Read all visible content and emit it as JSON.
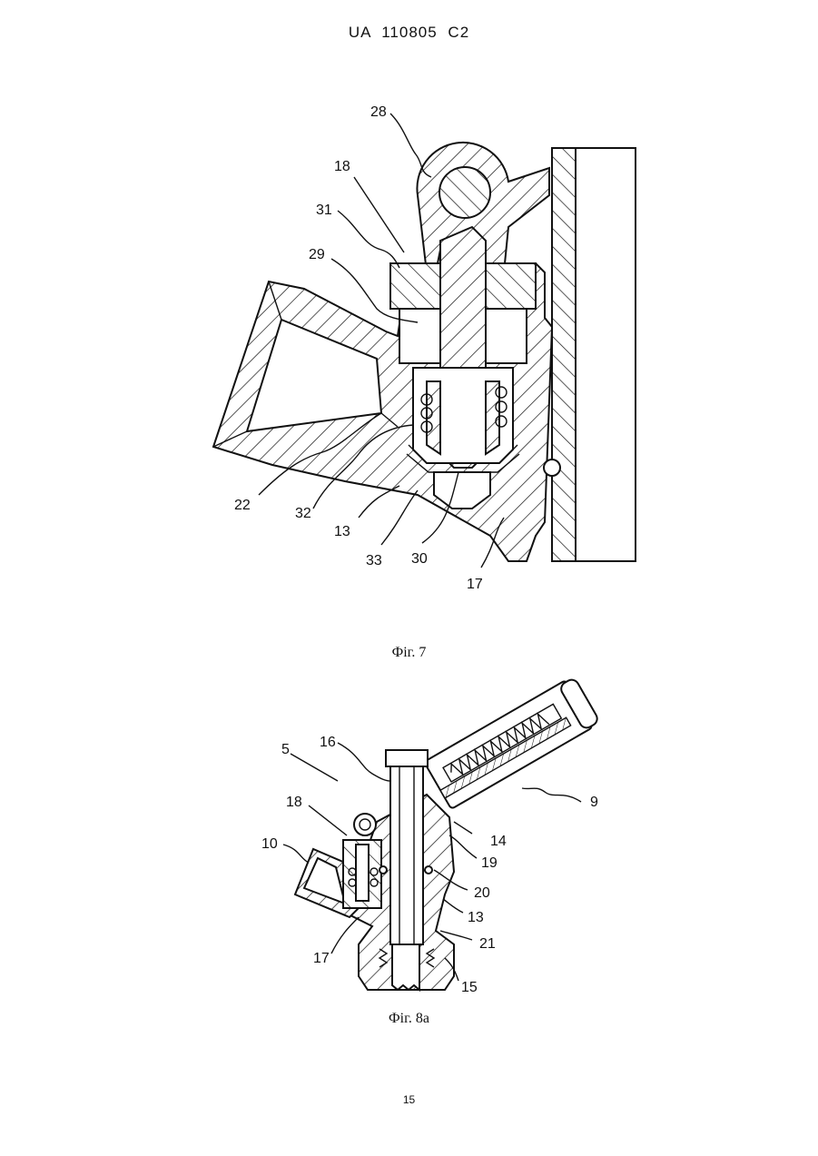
{
  "header": {
    "text": "UA  110805  C2"
  },
  "figure7": {
    "caption": "Фіг. 7",
    "labels": [
      "28",
      "18",
      "31",
      "29",
      "22",
      "32",
      "13",
      "33",
      "30",
      "17"
    ]
  },
  "figure8a": {
    "caption": "Фіг. 8а",
    "labels": [
      "5",
      "16",
      "18",
      "10",
      "9",
      "14",
      "19",
      "20",
      "13",
      "21",
      "17",
      "15"
    ]
  },
  "page": {
    "number": "15"
  }
}
